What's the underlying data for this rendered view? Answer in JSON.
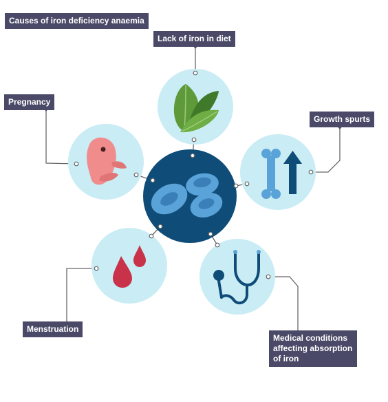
{
  "title": "Causes of iron deficiency anaemia",
  "causes": {
    "diet": "Lack of iron in diet",
    "pregnancy": "Pregnancy",
    "growth": "Growth spurts",
    "menstruation": "Menstruation",
    "medical": "Medical conditions affecting absorption of iron"
  },
  "icons": {
    "center": "red-blood-cells-icon",
    "diet": "spinach-leaves-icon",
    "pregnancy": "fetus-icon",
    "growth": "bone-with-up-arrow-icon",
    "menstruation": "blood-drops-icon",
    "medical": "stethoscope-icon"
  },
  "colors": {
    "label_bg": "#4a4a68",
    "circle_fill": "#c9ecf5",
    "center_fill": "#0f4d78",
    "cell": "#5aa3d8",
    "blood": "#c8334a",
    "leaf": "#4e8a2e",
    "bone": "#5aa3d8",
    "arrow": "#0f4d78"
  }
}
